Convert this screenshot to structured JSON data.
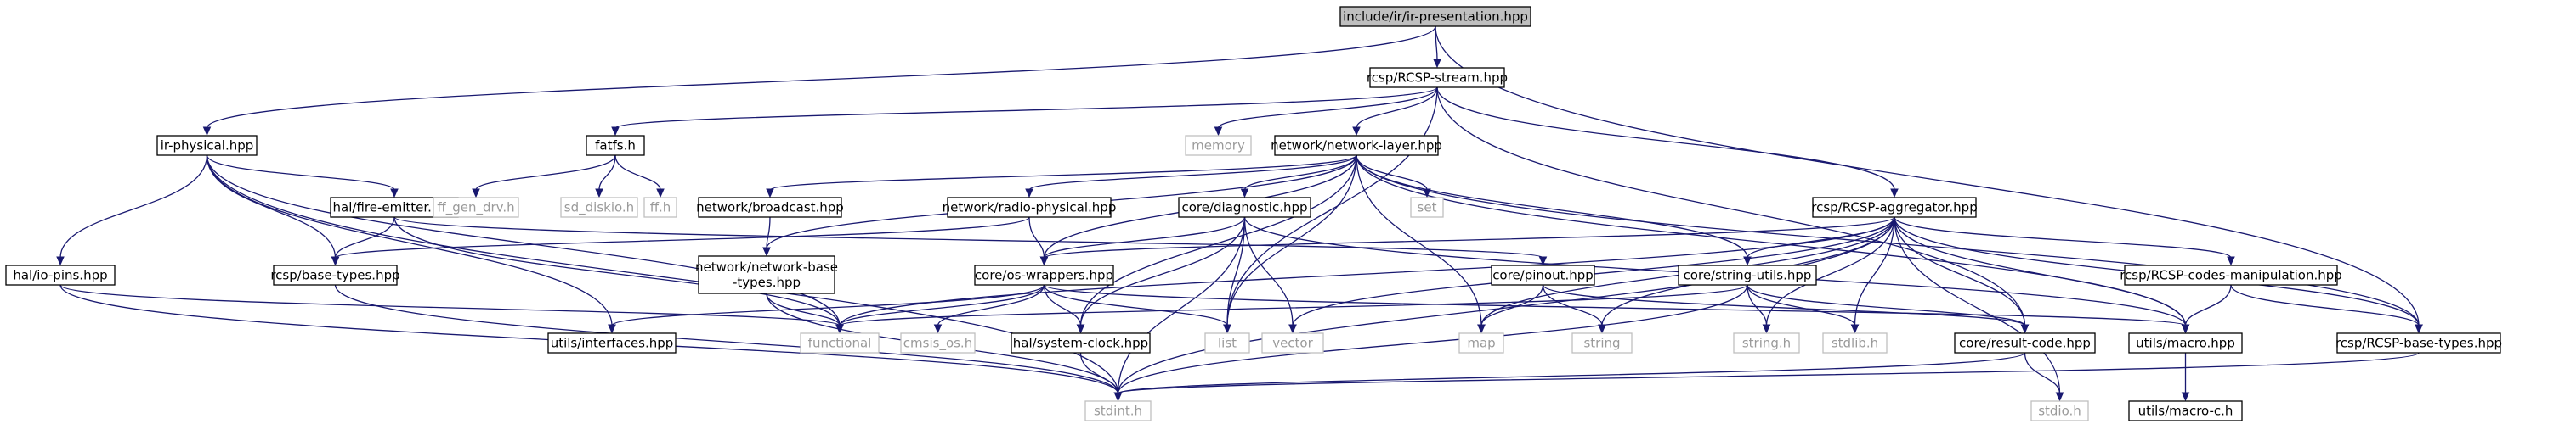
{
  "graph": {
    "nodes": [
      {
        "id": "n_root",
        "label": "include/ir/ir-presentation.hpp",
        "kind": "root"
      },
      {
        "id": "n_stream",
        "label": "rcsp/RCSP-stream.hpp",
        "kind": "file"
      },
      {
        "id": "n_irphys",
        "label": "ir-physical.hpp",
        "kind": "file"
      },
      {
        "id": "n_fatfs",
        "label": "fatfs.h",
        "kind": "file"
      },
      {
        "id": "n_memory",
        "label": "memory",
        "kind": "external"
      },
      {
        "id": "n_netlayer",
        "label": "network/network-layer.hpp",
        "kind": "file"
      },
      {
        "id": "n_fire",
        "label": "hal/fire-emitter.hpp",
        "kind": "file"
      },
      {
        "id": "n_ffgen",
        "label": "ff_gen_drv.h",
        "kind": "external"
      },
      {
        "id": "n_sddisk",
        "label": "sd_diskio.h",
        "kind": "external"
      },
      {
        "id": "n_ffh",
        "label": "ff.h",
        "kind": "external"
      },
      {
        "id": "n_broadcast",
        "label": "network/broadcast.hpp",
        "kind": "file"
      },
      {
        "id": "n_radio",
        "label": "network/radio-physical.hpp",
        "kind": "file"
      },
      {
        "id": "n_diag",
        "label": "core/diagnostic.hpp",
        "kind": "file"
      },
      {
        "id": "n_set",
        "label": "set",
        "kind": "external"
      },
      {
        "id": "n_aggr",
        "label": "rcsp/RCSP-aggregator.hpp",
        "kind": "file"
      },
      {
        "id": "n_iopins",
        "label": "hal/io-pins.hpp",
        "kind": "file"
      },
      {
        "id": "n_basetypes",
        "label": "rcsp/base-types.hpp",
        "kind": "file"
      },
      {
        "id": "n_nbt",
        "label": [
          "network/network-base",
          "-types.hpp"
        ],
        "kind": "file"
      },
      {
        "id": "n_oswrap",
        "label": "core/os-wrappers.hpp",
        "kind": "file"
      },
      {
        "id": "n_pinout",
        "label": "core/pinout.hpp",
        "kind": "file"
      },
      {
        "id": "n_strutils",
        "label": "core/string-utils.hpp",
        "kind": "file"
      },
      {
        "id": "n_codes",
        "label": "rcsp/RCSP-codes-manipulation.hpp",
        "kind": "file"
      },
      {
        "id": "n_interfaces",
        "label": "utils/interfaces.hpp",
        "kind": "file"
      },
      {
        "id": "n_functional",
        "label": "functional",
        "kind": "external"
      },
      {
        "id": "n_cmsis",
        "label": "cmsis_os.h",
        "kind": "external"
      },
      {
        "id": "n_list",
        "label": "list",
        "kind": "external"
      },
      {
        "id": "n_vector",
        "label": "vector",
        "kind": "external"
      },
      {
        "id": "n_sysclock",
        "label": "hal/system-clock.hpp",
        "kind": "file"
      },
      {
        "id": "n_map",
        "label": "map",
        "kind": "external"
      },
      {
        "id": "n_string",
        "label": "string",
        "kind": "external"
      },
      {
        "id": "n_stringh",
        "label": "string.h",
        "kind": "external"
      },
      {
        "id": "n_stdlib",
        "label": "stdlib.h",
        "kind": "external"
      },
      {
        "id": "n_result",
        "label": "core/result-code.hpp",
        "kind": "file"
      },
      {
        "id": "n_macro",
        "label": "utils/macro.hpp",
        "kind": "file"
      },
      {
        "id": "n_rbt",
        "label": "rcsp/RCSP-base-types.hpp",
        "kind": "file"
      },
      {
        "id": "n_stdint",
        "label": "stdint.h",
        "kind": "external"
      },
      {
        "id": "n_stdio",
        "label": "stdio.h",
        "kind": "external"
      },
      {
        "id": "n_macroc",
        "label": "utils/macro-c.h",
        "kind": "file"
      }
    ],
    "edges": [
      {
        "from": "n_root",
        "to": "n_stream"
      },
      {
        "from": "n_root",
        "to": "n_irphys"
      },
      {
        "from": "n_root",
        "to": "n_rbt"
      },
      {
        "from": "n_stream",
        "to": "n_fatfs"
      },
      {
        "from": "n_stream",
        "to": "n_memory"
      },
      {
        "from": "n_stream",
        "to": "n_netlayer"
      },
      {
        "from": "n_stream",
        "to": "n_aggr"
      },
      {
        "from": "n_stream",
        "to": "n_list"
      },
      {
        "from": "n_stream",
        "to": "n_result"
      },
      {
        "from": "n_irphys",
        "to": "n_fire"
      },
      {
        "from": "n_irphys",
        "to": "n_iopins"
      },
      {
        "from": "n_irphys",
        "to": "n_basetypes"
      },
      {
        "from": "n_irphys",
        "to": "n_functional"
      },
      {
        "from": "n_irphys",
        "to": "n_interfaces"
      },
      {
        "from": "n_irphys",
        "to": "n_stdint"
      },
      {
        "from": "n_fatfs",
        "to": "n_ffgen"
      },
      {
        "from": "n_fatfs",
        "to": "n_sddisk"
      },
      {
        "from": "n_fatfs",
        "to": "n_ffh"
      },
      {
        "from": "n_netlayer",
        "to": "n_broadcast"
      },
      {
        "from": "n_netlayer",
        "to": "n_radio"
      },
      {
        "from": "n_netlayer",
        "to": "n_diag"
      },
      {
        "from": "n_netlayer",
        "to": "n_set"
      },
      {
        "from": "n_netlayer",
        "to": "n_nbt"
      },
      {
        "from": "n_netlayer",
        "to": "n_oswrap"
      },
      {
        "from": "n_netlayer",
        "to": "n_strutils"
      },
      {
        "from": "n_netlayer",
        "to": "n_sysclock"
      },
      {
        "from": "n_netlayer",
        "to": "n_list"
      },
      {
        "from": "n_netlayer",
        "to": "n_map"
      },
      {
        "from": "n_netlayer",
        "to": "n_macro"
      },
      {
        "from": "n_netlayer",
        "to": "n_rbt"
      },
      {
        "from": "n_fire",
        "to": "n_basetypes"
      },
      {
        "from": "n_fire",
        "to": "n_pinout"
      },
      {
        "from": "n_fire",
        "to": "n_functional"
      },
      {
        "from": "n_broadcast",
        "to": "n_nbt"
      },
      {
        "from": "n_radio",
        "to": "n_basetypes"
      },
      {
        "from": "n_radio",
        "to": "n_oswrap"
      },
      {
        "from": "n_diag",
        "to": "n_oswrap"
      },
      {
        "from": "n_diag",
        "to": "n_sysclock"
      },
      {
        "from": "n_diag",
        "to": "n_list"
      },
      {
        "from": "n_diag",
        "to": "n_vector"
      },
      {
        "from": "n_diag",
        "to": "n_stdint"
      },
      {
        "from": "n_diag",
        "to": "n_macro"
      },
      {
        "from": "n_aggr",
        "to": "n_oswrap"
      },
      {
        "from": "n_aggr",
        "to": "n_functional"
      },
      {
        "from": "n_aggr",
        "to": "n_strutils"
      },
      {
        "from": "n_aggr",
        "to": "n_codes"
      },
      {
        "from": "n_aggr",
        "to": "n_map"
      },
      {
        "from": "n_aggr",
        "to": "n_vector"
      },
      {
        "from": "n_aggr",
        "to": "n_string"
      },
      {
        "from": "n_aggr",
        "to": "n_stringh"
      },
      {
        "from": "n_aggr",
        "to": "n_stdlib"
      },
      {
        "from": "n_aggr",
        "to": "n_result"
      },
      {
        "from": "n_aggr",
        "to": "n_macro"
      },
      {
        "from": "n_aggr",
        "to": "n_rbt"
      },
      {
        "from": "n_aggr",
        "to": "n_stdint"
      },
      {
        "from": "n_aggr",
        "to": "n_stdio"
      },
      {
        "from": "n_iopins",
        "to": "n_functional"
      },
      {
        "from": "n_iopins",
        "to": "n_stdint"
      },
      {
        "from": "n_basetypes",
        "to": "n_stdint"
      },
      {
        "from": "n_nbt",
        "to": "n_functional"
      },
      {
        "from": "n_nbt",
        "to": "n_stdint"
      },
      {
        "from": "n_oswrap",
        "to": "n_interfaces"
      },
      {
        "from": "n_oswrap",
        "to": "n_functional"
      },
      {
        "from": "n_oswrap",
        "to": "n_cmsis"
      },
      {
        "from": "n_oswrap",
        "to": "n_sysclock"
      },
      {
        "from": "n_oswrap",
        "to": "n_list"
      },
      {
        "from": "n_oswrap",
        "to": "n_macro"
      },
      {
        "from": "n_pinout",
        "to": "n_map"
      },
      {
        "from": "n_pinout",
        "to": "n_string"
      },
      {
        "from": "n_pinout",
        "to": "n_result"
      },
      {
        "from": "n_strutils",
        "to": "n_functional"
      },
      {
        "from": "n_strutils",
        "to": "n_stringh"
      },
      {
        "from": "n_strutils",
        "to": "n_stdlib"
      },
      {
        "from": "n_strutils",
        "to": "n_result"
      },
      {
        "from": "n_strutils",
        "to": "n_stdint"
      },
      {
        "from": "n_codes",
        "to": "n_macro"
      },
      {
        "from": "n_codes",
        "to": "n_rbt"
      },
      {
        "from": "n_sysclock",
        "to": "n_stdint"
      },
      {
        "from": "n_result",
        "to": "n_stdio"
      },
      {
        "from": "n_result",
        "to": "n_stdint"
      },
      {
        "from": "n_macro",
        "to": "n_macroc"
      },
      {
        "from": "n_rbt",
        "to": "n_stdint"
      }
    ],
    "colors": {
      "edge": "#191970",
      "file_border": "#000000",
      "file_fill": "#ffffff",
      "file_text": "#000000",
      "root_fill": "#bfbfbf",
      "external_border": "#bfbfbf",
      "external_text": "#9a9a9a"
    }
  }
}
